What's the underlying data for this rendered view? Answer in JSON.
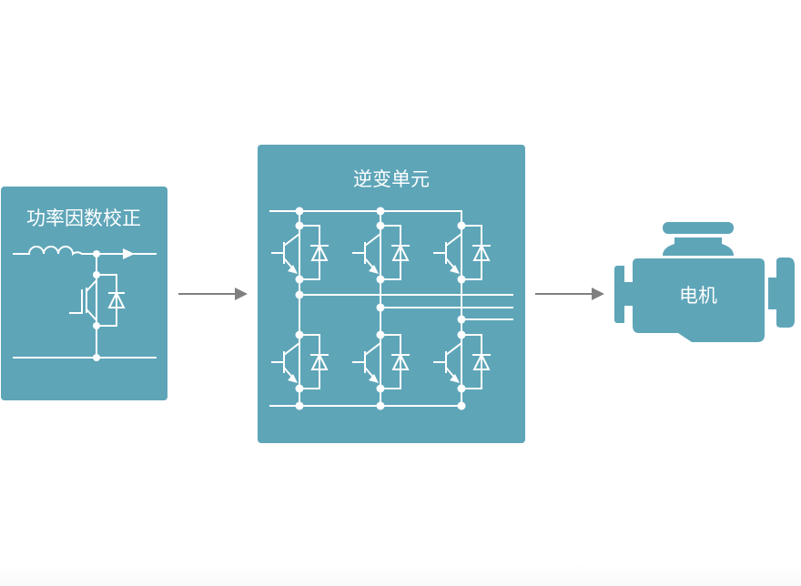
{
  "colors": {
    "box_fill": "#5ea5b8",
    "wire": "#ffffff",
    "arrow": "#808080",
    "background": "#ffffff"
  },
  "blocks": {
    "pfc": {
      "title": "功率因数校正"
    },
    "inverter": {
      "title": "逆变单元"
    },
    "motor": {
      "title": "电机"
    }
  },
  "flow": [
    {
      "from": "pfc",
      "to": "inverter"
    },
    {
      "from": "inverter",
      "to": "motor"
    }
  ],
  "inverter_legs": 3,
  "phase_outputs": 3
}
